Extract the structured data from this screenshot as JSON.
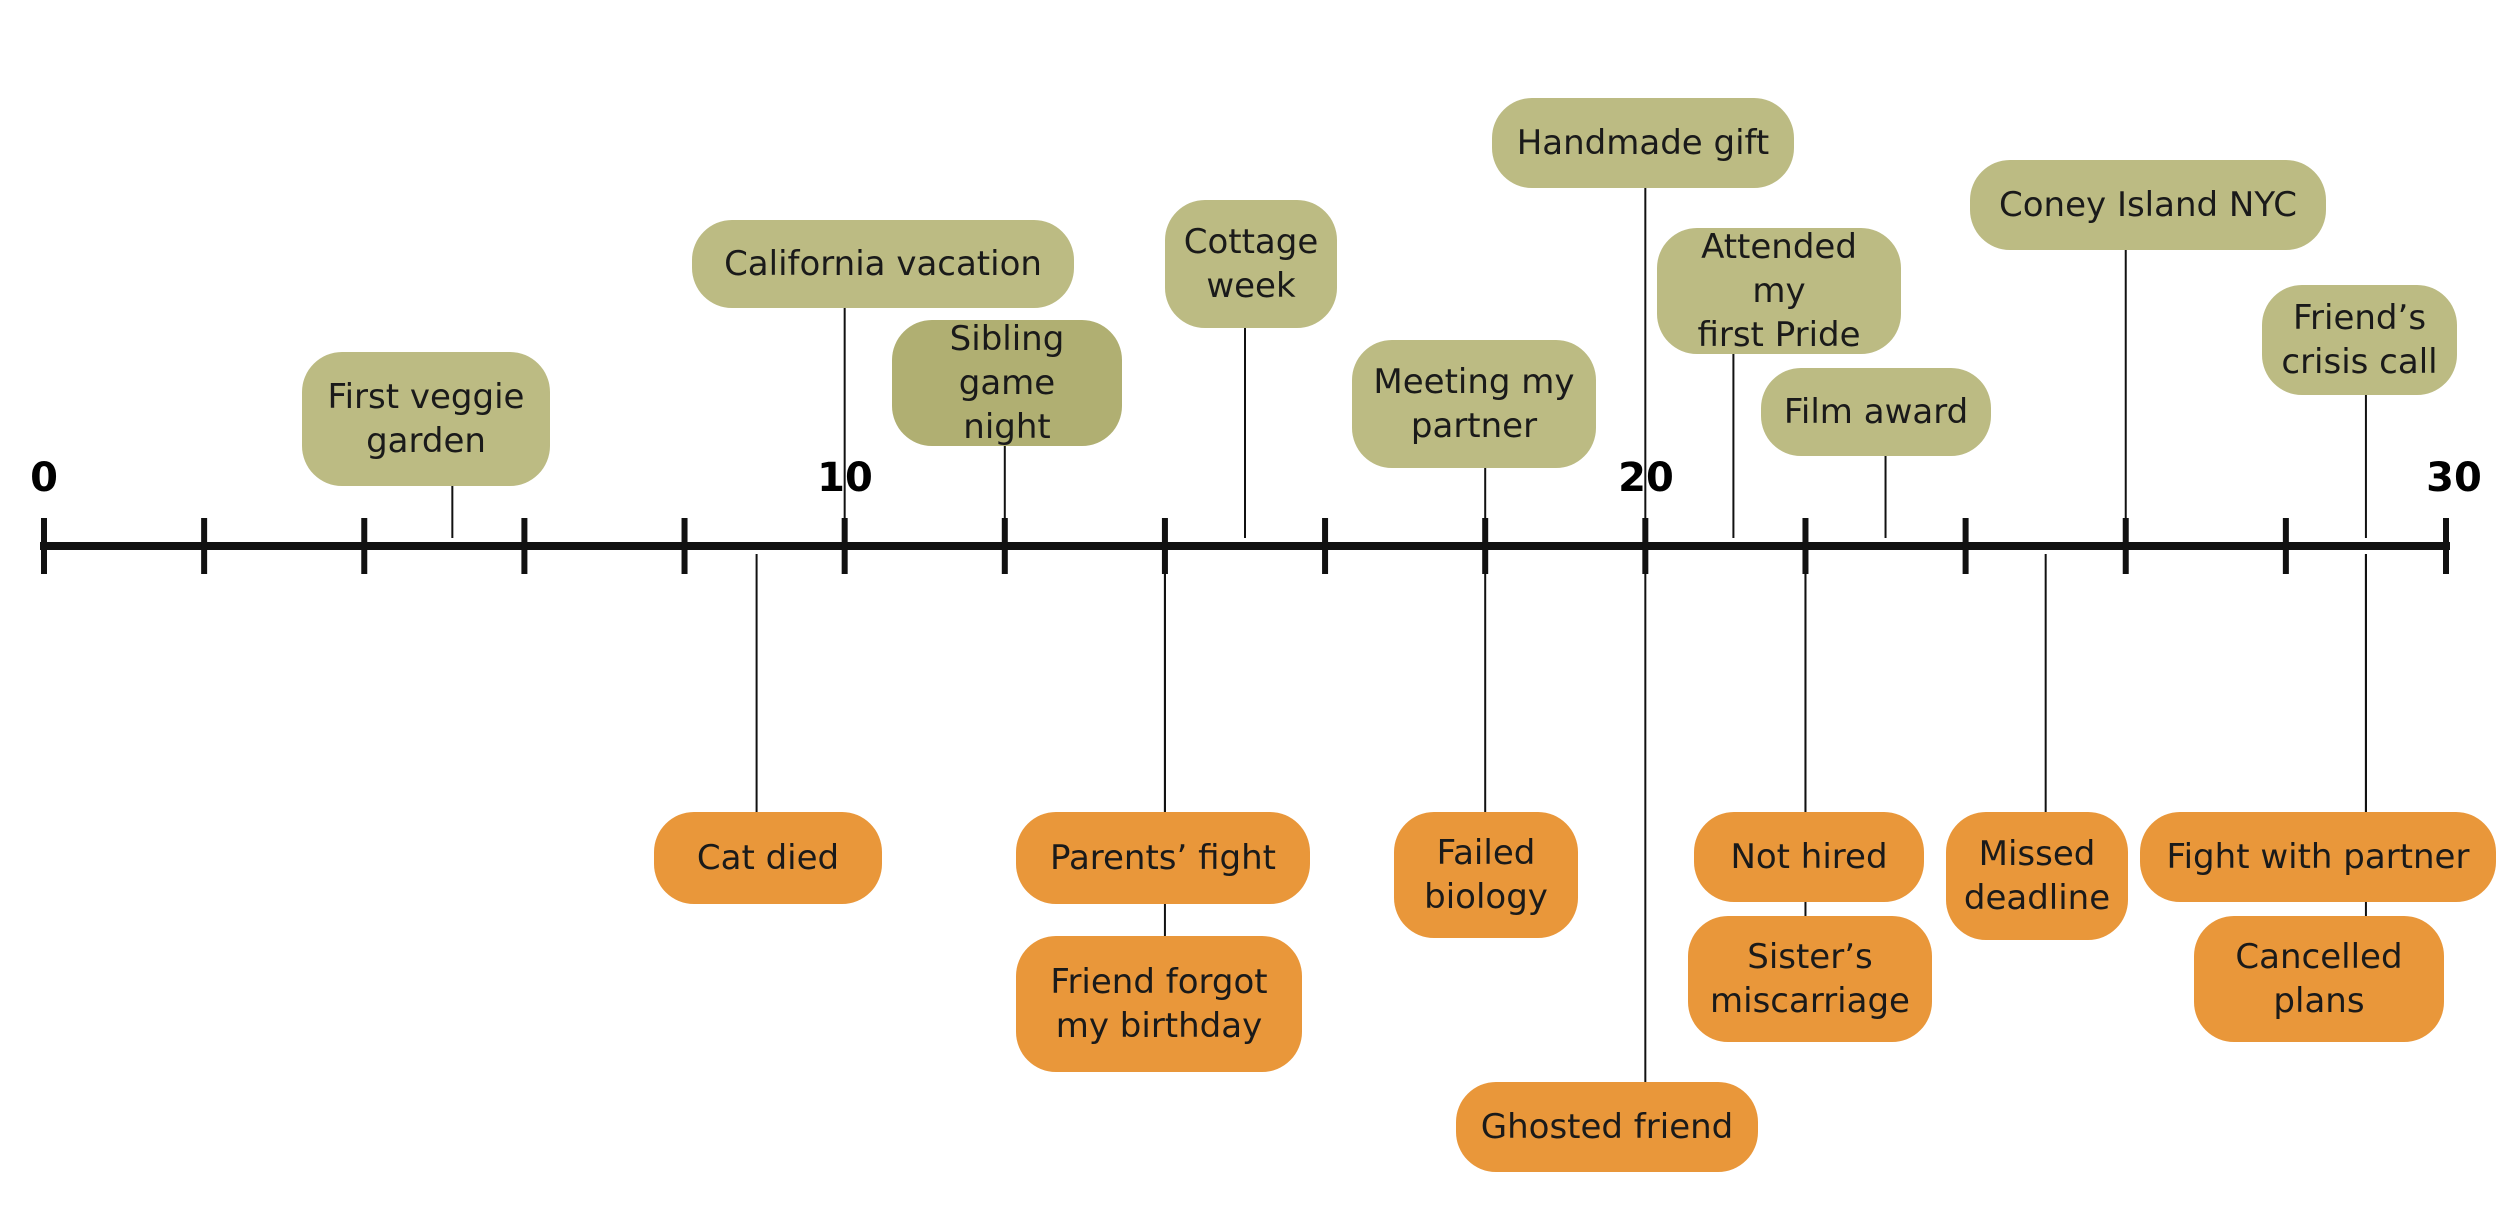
{
  "axis": {
    "min": 0,
    "max": 30,
    "major_labels": [
      "0",
      "10",
      "20",
      "30"
    ],
    "minor_step": 2
  },
  "colors": {
    "positive": "#bcbb83",
    "negative": "#e9973a",
    "line": "#111111"
  },
  "events": [
    {
      "id": "veggie",
      "text": "First veggie\ngarden",
      "t": 5.1,
      "side": "above",
      "kind": "positive"
    },
    {
      "id": "california",
      "text": "California vacation",
      "t": 10.0,
      "side": "above",
      "kind": "positive"
    },
    {
      "id": "sibling",
      "text": "Sibling\ngame night",
      "t": 12.0,
      "side": "above",
      "kind": "positive"
    },
    {
      "id": "cottage",
      "text": "Cottage\nweek",
      "t": 15.0,
      "side": "above",
      "kind": "positive"
    },
    {
      "id": "partner",
      "text": "Meeting my\npartner",
      "t": 18.0,
      "side": "above",
      "kind": "positive"
    },
    {
      "id": "gift",
      "text": "Handmade gift",
      "t": 20.0,
      "side": "above",
      "kind": "positive"
    },
    {
      "id": "pride",
      "text": "Attended my\nfirst Pride",
      "t": 21.1,
      "side": "above",
      "kind": "positive"
    },
    {
      "id": "film",
      "text": "Film award",
      "t": 23.0,
      "side": "above",
      "kind": "positive"
    },
    {
      "id": "coney",
      "text": "Coney Island NYC",
      "t": 26.0,
      "side": "above",
      "kind": "positive"
    },
    {
      "id": "crisis",
      "text": "Friend’s\ncrisis call",
      "t": 29.0,
      "side": "above",
      "kind": "positive"
    },
    {
      "id": "cat",
      "text": "Cat died",
      "t": 8.9,
      "side": "below",
      "kind": "negative"
    },
    {
      "id": "parents",
      "text": "Parents’ fight",
      "t": 14.0,
      "side": "below",
      "kind": "negative"
    },
    {
      "id": "birthday",
      "text": "Friend forgot\nmy birthday",
      "t": 14.0,
      "side": "below",
      "kind": "negative"
    },
    {
      "id": "biology",
      "text": "Failed\nbiology",
      "t": 18.0,
      "side": "below",
      "kind": "negative"
    },
    {
      "id": "ghosted",
      "text": "Ghosted friend",
      "t": 20.0,
      "side": "below",
      "kind": "negative"
    },
    {
      "id": "hired",
      "text": "Not hired",
      "t": 22.0,
      "side": "below",
      "kind": "negative"
    },
    {
      "id": "miscarriage",
      "text": "Sister’s\nmiscarriage",
      "t": 22.0,
      "side": "below",
      "kind": "negative"
    },
    {
      "id": "deadline",
      "text": "Missed\ndeadline",
      "t": 25.0,
      "side": "below",
      "kind": "negative"
    },
    {
      "id": "fight",
      "text": "Fight with partner",
      "t": 29.0,
      "side": "below",
      "kind": "negative"
    },
    {
      "id": "cancelled",
      "text": "Cancelled\nplans",
      "t": 29.0,
      "side": "below",
      "kind": "negative"
    }
  ]
}
